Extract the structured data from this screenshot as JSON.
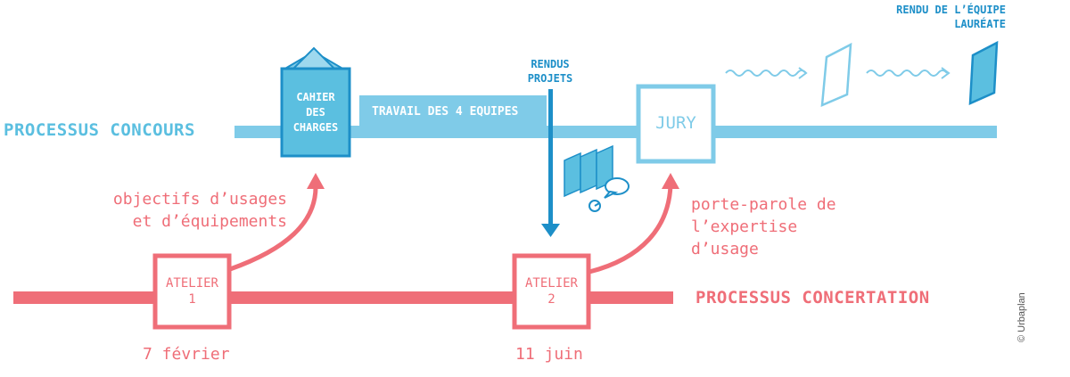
{
  "process_concours": {
    "label": "PROCESSUS CONCOURS"
  },
  "process_concertation": {
    "label": "PROCESSUS CONCERTATION"
  },
  "cahier": {
    "line1": "CAHIER",
    "line2": "DES",
    "line3": "CHARGES"
  },
  "travail": {
    "label": "TRAVAIL DES 4 EQUIPES"
  },
  "rendus": {
    "line1": "RENDUS",
    "line2": "PROJETS"
  },
  "jury": {
    "label": "JURY"
  },
  "rendu_equipe": {
    "line1": "RENDU DE L’ÉQUIPE",
    "line2": "LAURÉATE"
  },
  "atelier1": {
    "line1": "ATELIER",
    "line2": "1",
    "date": "7 février"
  },
  "atelier2": {
    "line1": "ATELIER",
    "line2": "2",
    "date": "11 juin"
  },
  "objectifs": {
    "line1": "objectifs d’usages",
    "line2": "et d’équipements"
  },
  "porte_parole": {
    "line1": "porte-parole de",
    "line2": "l’expertise",
    "line3": "d’usage"
  },
  "credit": {
    "label": "© Urbaplan"
  },
  "colors": {
    "blue": "#7fcbe8",
    "blue_dark": "#1d8fc8",
    "red": "#ef6e78"
  }
}
